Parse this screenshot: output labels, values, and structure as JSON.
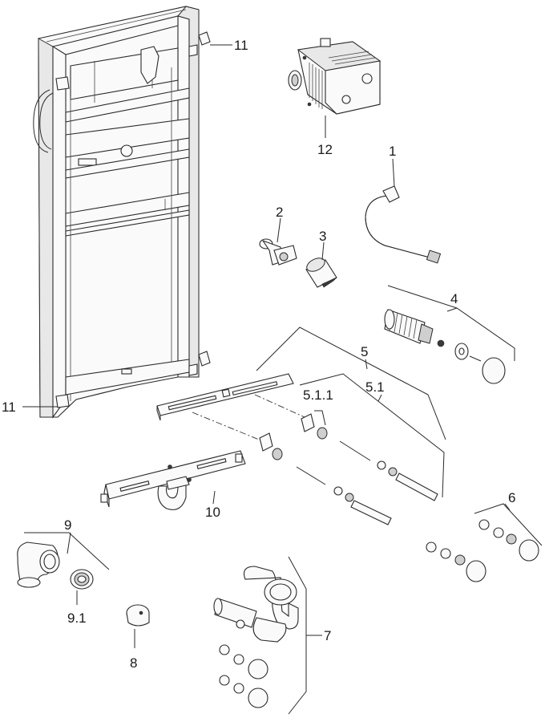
{
  "labels": {
    "l11_top": "11",
    "l11_bottom": "11",
    "l12": "12",
    "l1": "1",
    "l2": "2",
    "l3": "3",
    "l4": "4",
    "l5": "5",
    "l5_1_1": "5.1.1",
    "l5_1": "5.1",
    "l6": "6",
    "l7": "7",
    "l8": "8",
    "l9": "9",
    "l9_1": "9.1",
    "l10": "10"
  }
}
